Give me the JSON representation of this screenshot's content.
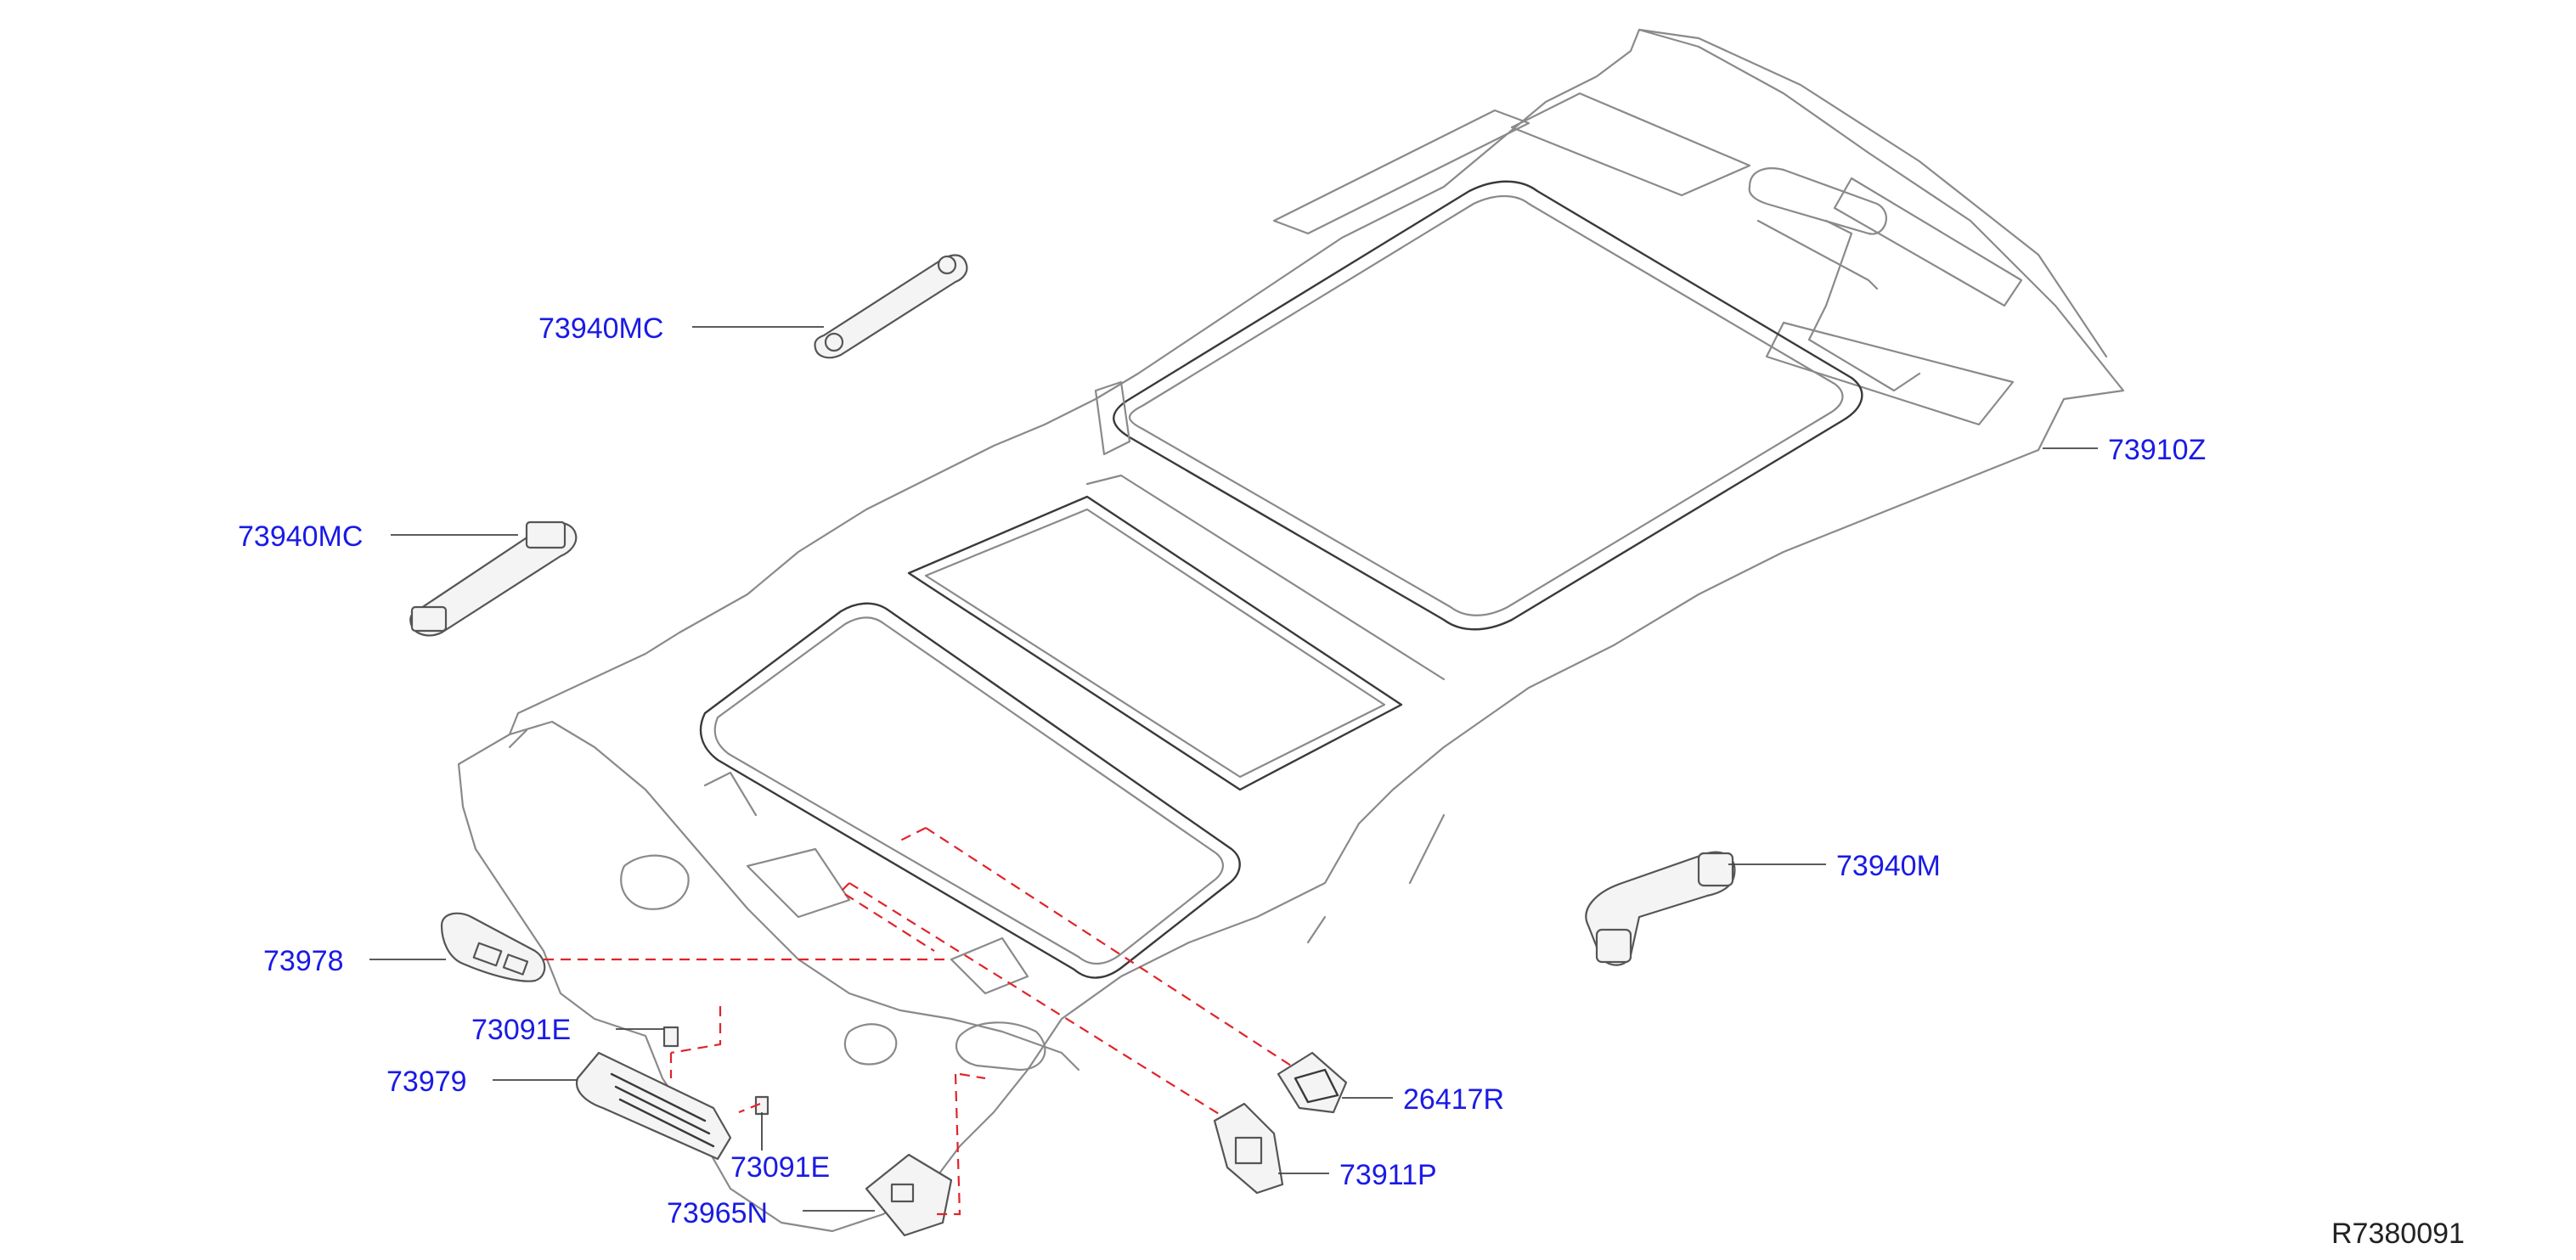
{
  "callouts": {
    "handle_upper_left": "73940MC",
    "handle_left": "73940MC",
    "headlining": "73910Z",
    "handle_right": "73940M",
    "map_lamp_lens": "73978",
    "clip_upper": "73091E",
    "lamp_housing": "73979",
    "clip_lower": "73091E",
    "bracket": "73965N",
    "lamp_small": "26417R",
    "clip_rear": "73911P"
  },
  "reference_code": "R7380091",
  "colors": {
    "callout_text": "#1a1ae6",
    "dashed_leader": "#e0242a",
    "outline": "#8a8a8a"
  }
}
